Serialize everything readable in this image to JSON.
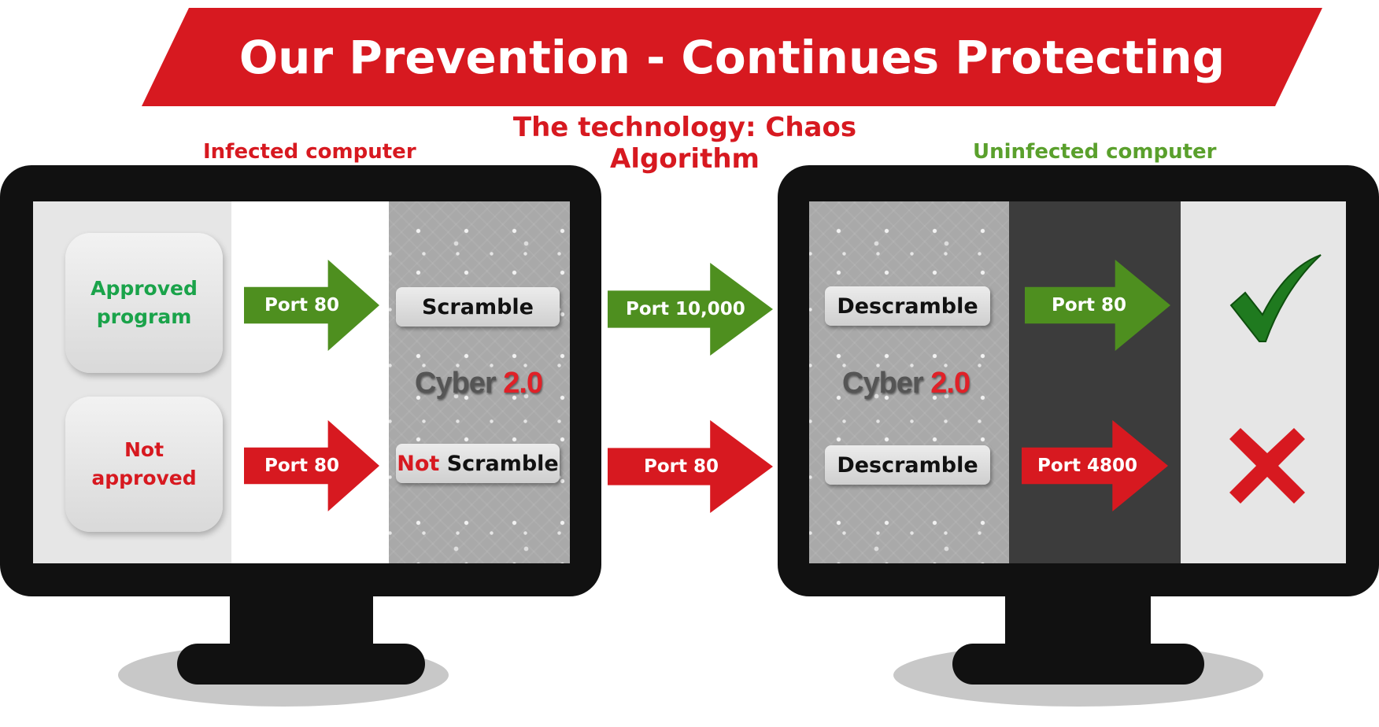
{
  "title": "Our Prevention - Continues Protecting",
  "subtitle": "The technology: Chaos Algorithm",
  "left_monitor": {
    "label": "Infected computer",
    "approved_program": "Approved program",
    "not_approved": "Not approved",
    "arrow_top": "Port 80",
    "arrow_bottom": "Port 80",
    "pill_top": "Scramble",
    "pill_bottom_not": "Not",
    "pill_bottom_rest": " Scramble",
    "logo_text": "Cyber ",
    "logo_version": "2.0"
  },
  "middle": {
    "arrow_top": "Port 10,000",
    "arrow_bottom": "Port 80"
  },
  "right_monitor": {
    "label": "Uninfected computer",
    "pill_top": "Descramble",
    "pill_bottom": "Descramble",
    "arrow_top": "Port 80",
    "arrow_bottom": "Port 4800",
    "logo_text": "Cyber ",
    "logo_version": "2.0",
    "result_top_icon": "check-icon",
    "result_bottom_icon": "cross-icon"
  },
  "colors": {
    "brand_red": "#d71920",
    "green_arrow": "#4e8f1f",
    "green_text": "#1aa34a",
    "uninfected_label": "#5aa02c"
  }
}
